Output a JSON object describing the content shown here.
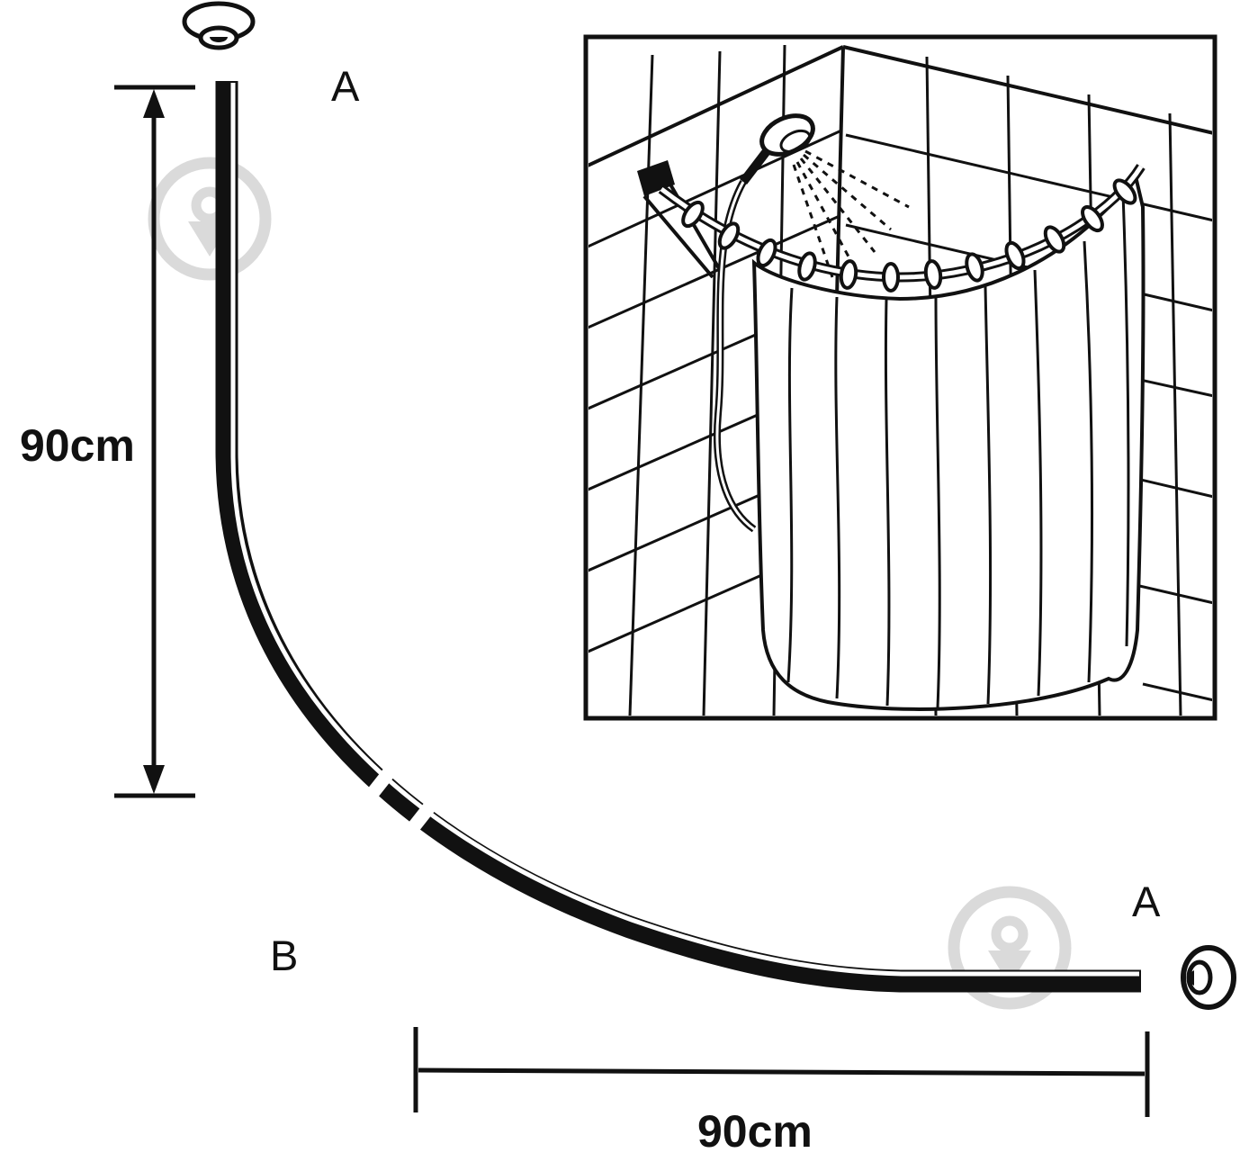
{
  "labels": {
    "mount_a_top": "A",
    "mount_a_right": "A",
    "corner_b": "B",
    "vertical_dimension": "90cm",
    "horizontal_dimension": "90cm"
  },
  "colors": {
    "ink": "#111111",
    "paper": "#ffffff",
    "watermark": "#bdbdbd"
  }
}
